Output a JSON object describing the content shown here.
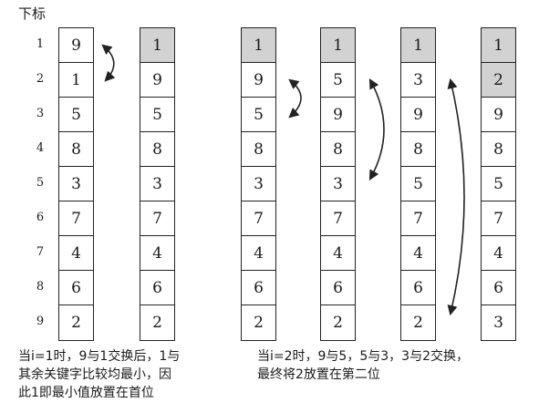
{
  "title": "下标",
  "indices": [
    "1",
    "2",
    "3",
    "4",
    "5",
    "6",
    "7",
    "8",
    "9"
  ],
  "columns": [
    {
      "values": [
        "9",
        "1",
        "5",
        "8",
        "3",
        "7",
        "4",
        "6",
        "2"
      ],
      "highlight": []
    },
    {
      "values": [
        "1",
        "9",
        "5",
        "8",
        "3",
        "7",
        "4",
        "6",
        "2"
      ],
      "highlight": [
        0
      ]
    },
    {
      "values": [
        "1",
        "9",
        "5",
        "8",
        "3",
        "7",
        "4",
        "6",
        "2"
      ],
      "highlight": [
        0
      ]
    },
    {
      "values": [
        "1",
        "5",
        "9",
        "8",
        "3",
        "7",
        "4",
        "6",
        "2"
      ],
      "highlight": [
        0
      ]
    },
    {
      "values": [
        "1",
        "3",
        "9",
        "8",
        "5",
        "7",
        "4",
        "6",
        "2"
      ],
      "highlight": [
        0
      ]
    },
    {
      "values": [
        "1",
        "2",
        "9",
        "8",
        "5",
        "7",
        "4",
        "6",
        "3"
      ],
      "highlight": [
        0,
        1
      ]
    }
  ],
  "caption_left": [
    "当i=1时，9与1交换后，1与",
    "其余关键字比较均最小，因",
    "此1即最小值放置在首位"
  ],
  "caption_right": [
    "当i=2时，9与5，5与3，3与2交换，",
    "最终将2放置在第二位"
  ]
}
